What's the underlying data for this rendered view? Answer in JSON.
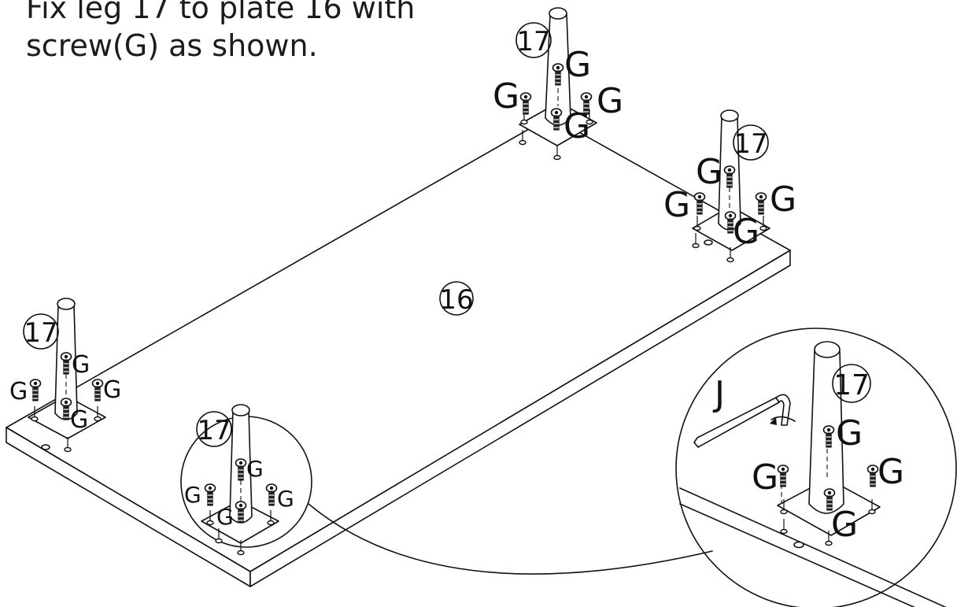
{
  "instruction": {
    "line1": "Fix leg 17 to plate 16 with",
    "line2": "screw(G) as shown."
  },
  "labels": {
    "plate": "16",
    "leg": "17",
    "screw": "G",
    "tool": "J"
  }
}
